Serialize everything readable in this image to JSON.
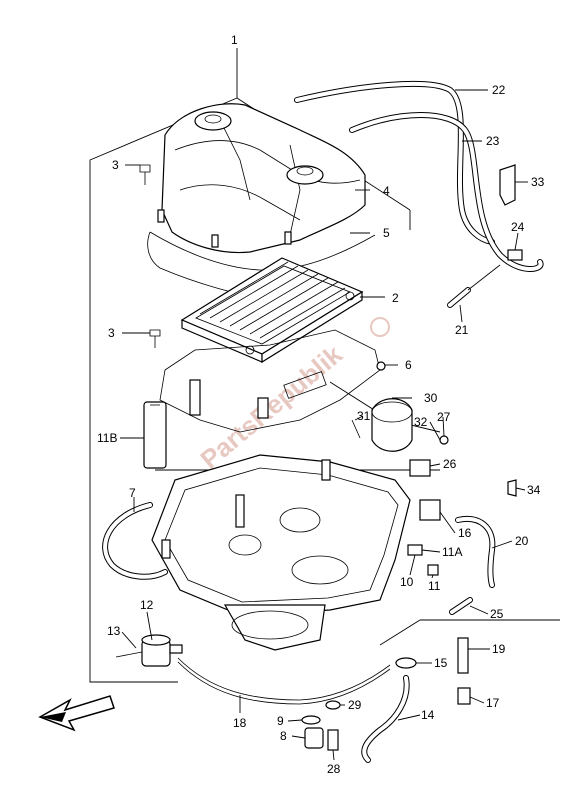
{
  "diagram": {
    "watermark": "PartsRepublik",
    "labels": {
      "l1": "1",
      "l2": "2",
      "l3a": "3",
      "l3b": "3",
      "l4": "4",
      "l5": "5",
      "l6": "6",
      "l7": "7",
      "l8": "8",
      "l9": "9",
      "l10": "10",
      "l11": "11",
      "l11a": "11A",
      "l11b": "11B",
      "l12": "12",
      "l13": "13",
      "l14": "14",
      "l15": "15",
      "l16": "16",
      "l17": "17",
      "l18": "18",
      "l19": "19",
      "l20": "20",
      "l21": "21",
      "l22": "22",
      "l23": "23",
      "l24": "24",
      "l25": "25",
      "l26": "26",
      "l27": "27",
      "l28": "28",
      "l29": "29",
      "l30": "30",
      "l31": "31",
      "l32": "32",
      "l33": "33",
      "l34": "34"
    }
  }
}
